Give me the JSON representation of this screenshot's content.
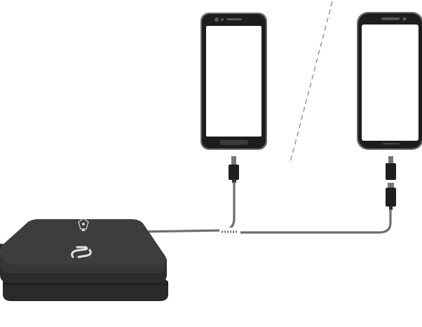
{
  "illustration": {
    "devices": [
      {
        "id": "phone-left",
        "kind": "smartphone",
        "connector": "usb-c"
      },
      {
        "id": "phone-right",
        "kind": "smartphone",
        "connector": "usb-c-adapter"
      }
    ],
    "drive": {
      "kind": "portable-drive",
      "logo": "seagate-logo",
      "status_icon": "wireless-status-icon"
    },
    "separator": "dashed-divider"
  },
  "colors": {
    "device_dark": "#1f1f1f",
    "drive_top": "#3d3d3d",
    "drive_side": "#2a2a2a",
    "cable": "#6e6e6e",
    "screen": "#ffffff",
    "divider": "#8a8a8a"
  }
}
